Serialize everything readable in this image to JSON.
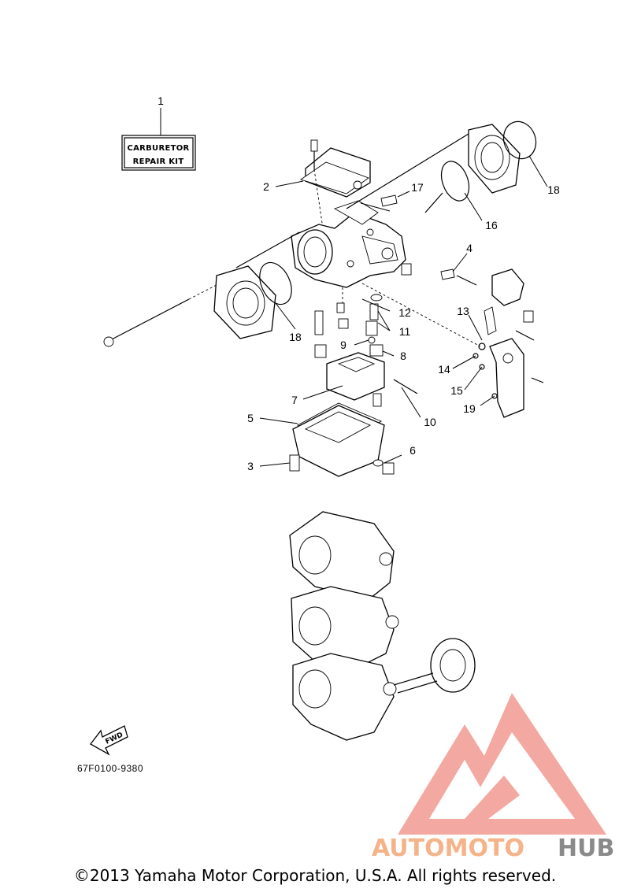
{
  "repair_kit": {
    "line1": "CARBURETOR",
    "line2": "REPAIR  KIT"
  },
  "callouts": [
    {
      "id": "c1",
      "label": "1"
    },
    {
      "id": "c2",
      "label": "2"
    },
    {
      "id": "c3",
      "label": "3"
    },
    {
      "id": "c4",
      "label": "4"
    },
    {
      "id": "c5",
      "label": "5"
    },
    {
      "id": "c6",
      "label": "6"
    },
    {
      "id": "c7",
      "label": "7"
    },
    {
      "id": "c8",
      "label": "8"
    },
    {
      "id": "c9",
      "label": "9"
    },
    {
      "id": "c10",
      "label": "10"
    },
    {
      "id": "c11",
      "label": "11"
    },
    {
      "id": "c12",
      "label": "12"
    },
    {
      "id": "c13",
      "label": "13"
    },
    {
      "id": "c14",
      "label": "14"
    },
    {
      "id": "c15",
      "label": "15"
    },
    {
      "id": "c16",
      "label": "16"
    },
    {
      "id": "c17",
      "label": "17"
    },
    {
      "id": "c18a",
      "label": "18"
    },
    {
      "id": "c18b",
      "label": "18"
    },
    {
      "id": "c19",
      "label": "19"
    }
  ],
  "direction_label": "FWD",
  "part_code": "67F0100-9380",
  "watermark": {
    "part1": "AUTOMOTO",
    "part2": "HUB",
    "color1": "#f5b38a",
    "color2": "#8a8a8a",
    "logo_color": "#f08b84"
  },
  "copyright": "©2013 Yamaha Motor Corporation, U.S.A. All rights reserved."
}
